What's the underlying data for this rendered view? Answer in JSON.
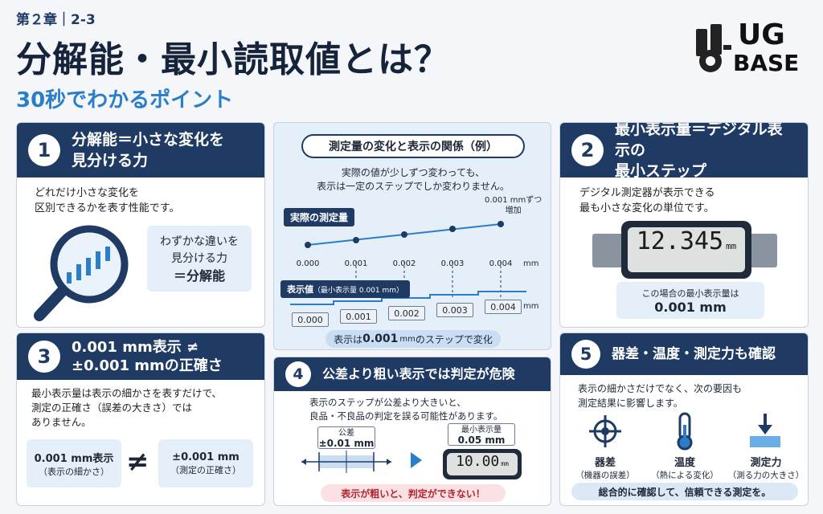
{
  "header": {
    "chapter": "第２章｜2-3",
    "title": "分解能・最小読取値とは？",
    "subtitle": "30秒でわかるポイント",
    "logo_text_top": "UG",
    "logo_text_bottom": "BASE"
  },
  "panel1": {
    "num": "1",
    "title_line1": "分解能＝小さな変化を",
    "title_line2": "見分ける力",
    "text_line1": "どれだけ小さな変化を",
    "text_line2": "区別できるかを表す性能です。",
    "bubble_line1": "わずかな違いを",
    "bubble_line2": "見分ける力",
    "bubble_line3": "＝分解能"
  },
  "center": {
    "title": "測定量の変化と表示の関係（例）",
    "desc_line1": "実際の値が少しずつ変わっても、",
    "desc_line2": "表示は一定のステップでしか変わりません。",
    "note_line1": "0.001 mmずつ",
    "note_line2": "増加",
    "actual_label": "実際の測定量",
    "ticks": [
      "0.000",
      "0.001",
      "0.002",
      "0.003",
      "0.004"
    ],
    "unit": "mm",
    "display_label": "表示値",
    "display_label_note": "（最小表示量 0.001 mm）",
    "display_values": [
      "0.000",
      "0.001",
      "0.002",
      "0.003",
      "0.004"
    ],
    "bottom_note_a": "表示は ",
    "bottom_note_b": "0.001",
    "bottom_note_c": "mm",
    "bottom_note_d": " のステップで変化"
  },
  "panel2": {
    "num": "2",
    "title_line1": "最小表示量＝デジタル表示の",
    "title_line2": "最小ステップ",
    "text_line1": "デジタル測定器が表示できる",
    "text_line2": "最も小さな変化の単位です。",
    "lcd_value": "12.345",
    "lcd_unit": "mm",
    "box_line1": "この場合の最小表示量は",
    "box_line2": "0.001 mm"
  },
  "panel3": {
    "num": "3",
    "title_line1": "0.001 mm表示 ≠",
    "title_line2": "±0.001 mmの正確さ",
    "text_line1": "最小表示量は表示の細かさを表すだけで、",
    "text_line2": "測定の正確さ（誤差の大きさ）では",
    "text_line3": "ありません。",
    "left_line1": "0.001 mm表示",
    "left_line2": "（表示の細かさ）",
    "neq": "≠",
    "right_line1": "±0.001 mm",
    "right_line2": "（測定の正確さ）"
  },
  "panel4": {
    "num": "4",
    "title": "公差より粗い表示では判定が危険",
    "text_line1": "表示のステップが公差より大きいと、",
    "text_line2": "良品・不良品の判定を誤る可能性があります。",
    "tol_label": "公差",
    "tol_value": "±0.01 mm",
    "min_label": "最小表示量",
    "min_value": "0.05 mm",
    "lcd_value": "10.00",
    "lcd_unit": "mm",
    "warning": "表示が粗いと、判定ができない！"
  },
  "panel5": {
    "num": "5",
    "title": "器差・温度・測定力も確認",
    "text_line1": "表示の細かさだけでなく、次の要因も",
    "text_line2": "測定結果に影響します。",
    "factors": [
      {
        "name": "器差",
        "note": "（機器の誤差）"
      },
      {
        "name": "温度",
        "note": "（熱による変化）"
      },
      {
        "name": "測定力",
        "note": "（測る力の大きさ）"
      }
    ],
    "footer": "総合的に確認して、信頼できる測定を。"
  }
}
